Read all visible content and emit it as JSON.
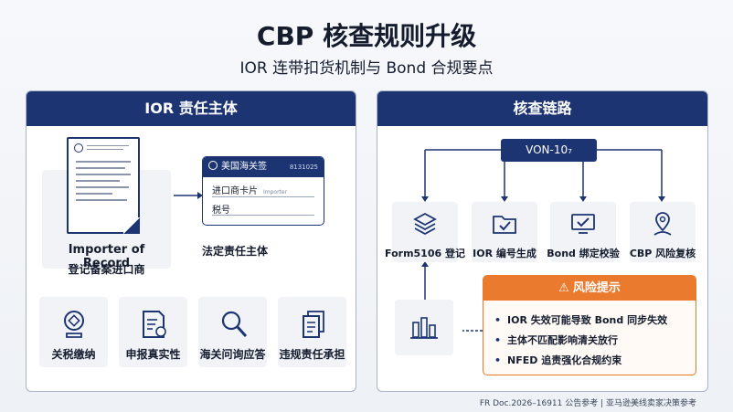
{
  "title": "CBP 核查规则升级",
  "subtitle": "IOR 连带扣货机制与 Bond 合规要点",
  "left_panel": {
    "header": "IOR 责任主体",
    "document": {
      "title_line1": "Importer of Record",
      "title_line2": "登记备案进口商"
    },
    "id_card": {
      "header": "美国海关签",
      "number": "8131025",
      "row1": "进口商卡片",
      "row1_fine": "Importer",
      "row2": "税号"
    },
    "legal_label": "法定责任主体",
    "cards": [
      {
        "label": "关税缴纳",
        "icon": "coin-badge-icon"
      },
      {
        "label": "申报真实性",
        "icon": "document-stamp-icon"
      },
      {
        "label": "海关问询应答",
        "icon": "magnifier-icon"
      },
      {
        "label": "违规责任承担",
        "icon": "stacked-documents-icon"
      }
    ]
  },
  "right_panel": {
    "header": "核查链路",
    "hub_label": "VON-10₇",
    "steps": [
      {
        "label": "Form5106 登记",
        "icon": "layers-cube-icon"
      },
      {
        "label": "IOR 编号生成",
        "icon": "folder-check-icon"
      },
      {
        "label": "Bond 绑定校验",
        "icon": "monitor-check-icon"
      },
      {
        "label": "CBP 风险复核",
        "icon": "location-person-icon"
      }
    ],
    "risk": {
      "title": "风险提示",
      "items": [
        "IOR 失效可能导致 Bond 同步失效",
        "主体不匹配影响清关放行",
        "NFED 追责强化合规约束"
      ]
    }
  },
  "footer": "FR Doc.2026–16911 公告参考 | 亚马逊美线卖家决策参考",
  "colors": {
    "navy": "#1d3473",
    "orange": "#ea7a2e",
    "card_bg": "#f1f3f7"
  }
}
